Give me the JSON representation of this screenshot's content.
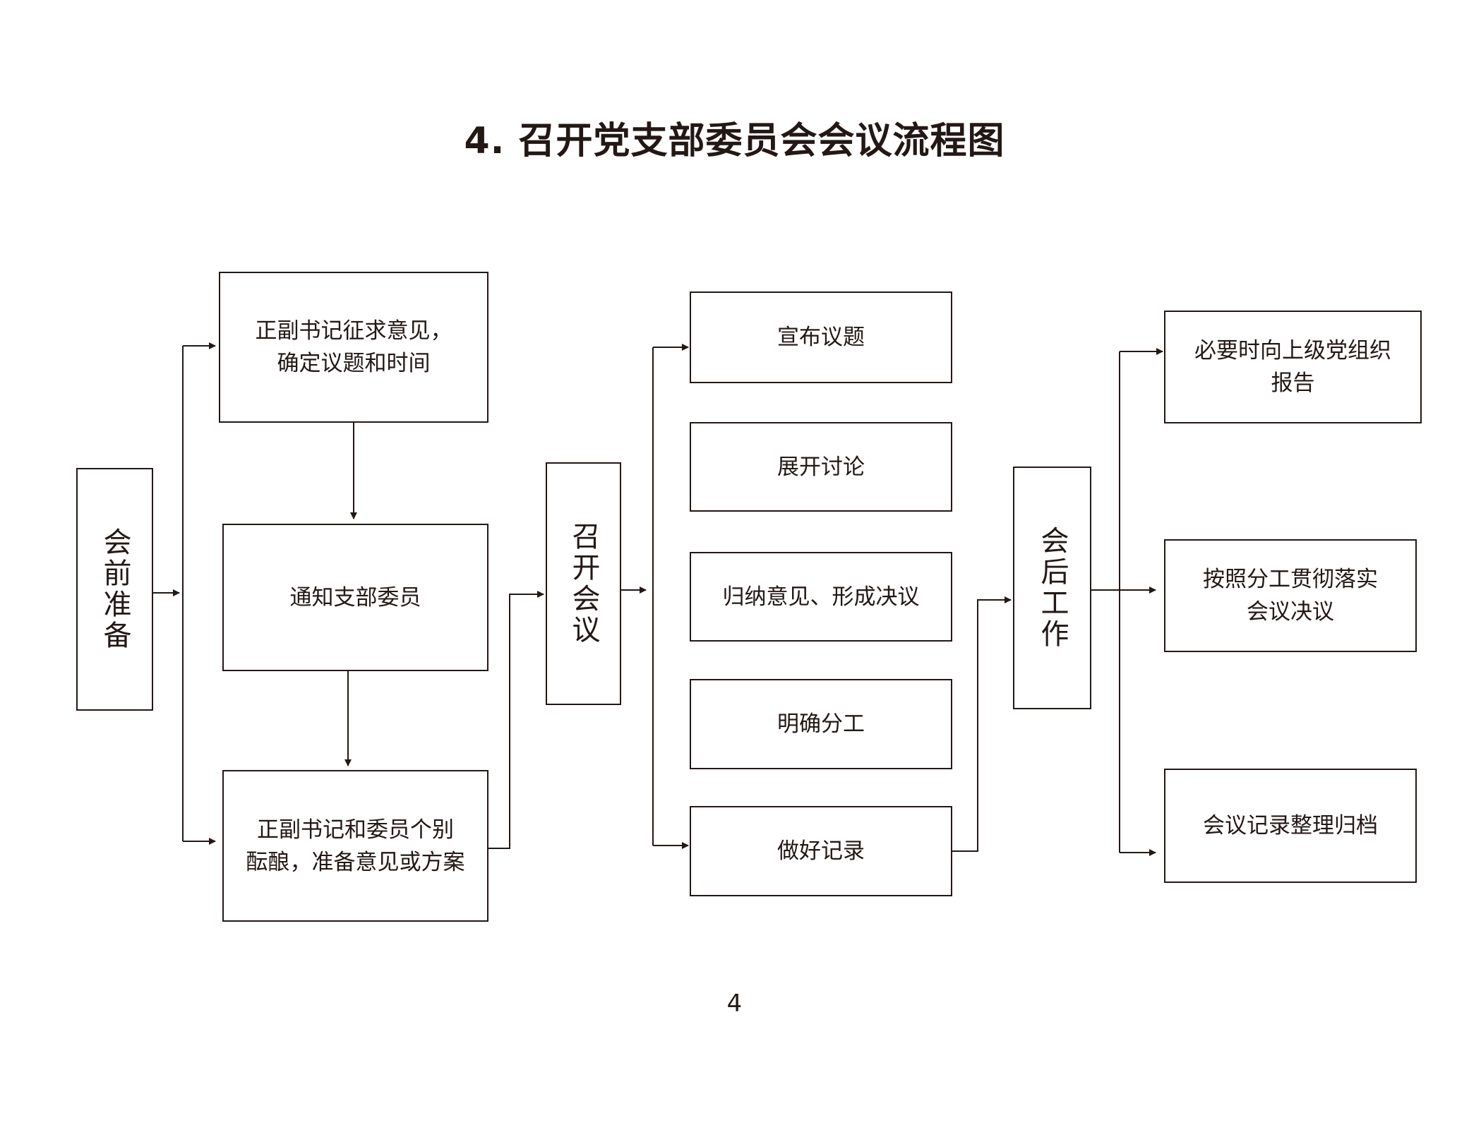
{
  "title": "4. 召开党支部委员会会议流程图",
  "page_number": "4",
  "stages": {
    "pre": "会前准备",
    "meeting": "召开会议",
    "post": "会后工作"
  },
  "pre_steps": {
    "solicit": "正副书记征求意见，\n确定议题和时间",
    "notify": "通知支部委员",
    "prepare": "正副书记和委员个别\n酝酿，准备意见或方案"
  },
  "meeting_steps": {
    "announce": "宣布议题",
    "discuss": "展开讨论",
    "resolve": "归纳意见、形成决议",
    "assign": "明确分工",
    "record": "做好记录"
  },
  "post_steps": {
    "report": "必要时向上级党组织\n报告",
    "implement": "按照分工贯彻落实\n会议决议",
    "archive": "会议记录整理归档"
  },
  "colors": {
    "ink": "#231815",
    "background": "#ffffff"
  }
}
